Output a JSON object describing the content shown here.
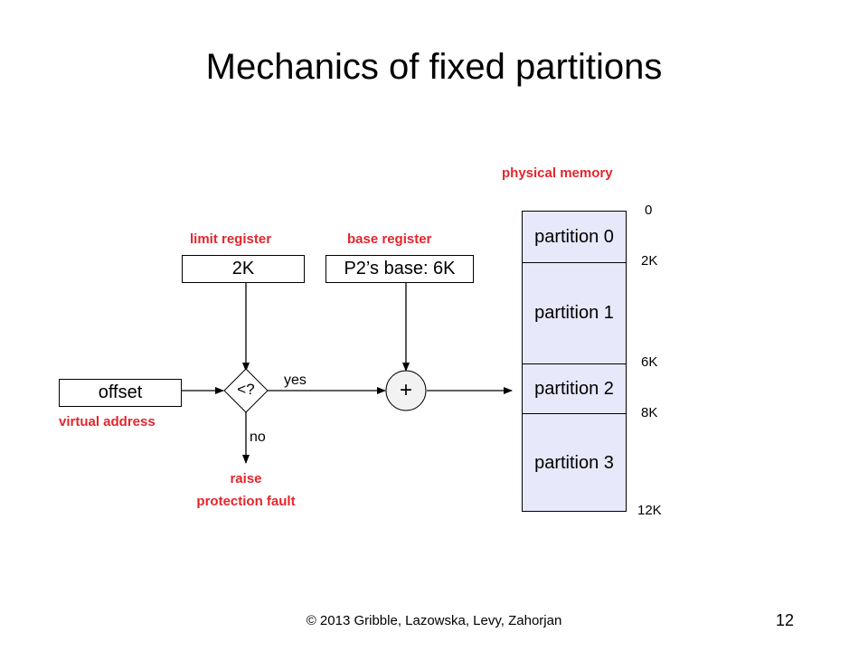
{
  "slide": {
    "title": "Mechanics of fixed partitions",
    "footer": "© 2013 Gribble, Lazowska, Levy, Zahorjan",
    "page_number": "12"
  },
  "diagram": {
    "limit_register": {
      "label": "limit register",
      "value": "2K"
    },
    "base_register": {
      "label": "base register",
      "value": "P2’s base: 6K"
    },
    "virtual_address": {
      "label": "virtual address",
      "field": "offset"
    },
    "comparator": {
      "symbol": "<?"
    },
    "adder": {
      "symbol": "+"
    },
    "yes_label": "yes",
    "no_label": "no",
    "fault": {
      "line1": "raise",
      "line2": "protection fault"
    },
    "physical_memory": {
      "label": "physical memory",
      "partitions": [
        "partition 0",
        "partition 1",
        "partition 2",
        "partition 3"
      ],
      "addresses": [
        "0",
        "2K",
        "6K",
        "8K",
        "12K"
      ]
    },
    "colors": {
      "label_red": "#e3262d",
      "memory_fill": "#e8e8fb",
      "adder_fill": "#f2f2f2"
    }
  }
}
